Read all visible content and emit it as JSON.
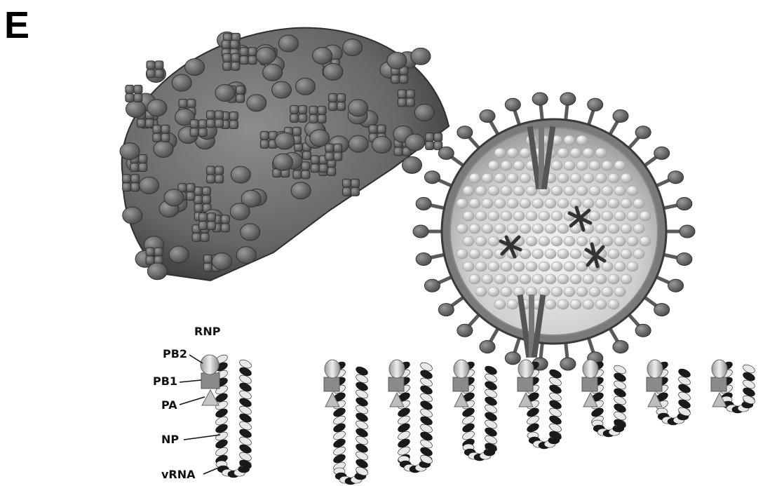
{
  "panel_letter": "E",
  "rnp": {
    "title": "RNP",
    "labels": {
      "pb2": "PB2",
      "pb1": "PB1",
      "pa": "PA",
      "np": "NP",
      "vrna": "vRNA"
    }
  },
  "colors": {
    "virion_shell": "#6e6e6e",
    "spike": "#5a5a5a",
    "interior": "#cfcfcf",
    "helix_dark": "#1a1a1a",
    "helix_light": "#e8e8e8",
    "pb2": "#c8c8c8",
    "pb1": "#8a8a8a",
    "pa": "#bdbdbd"
  },
  "rnp_segment_count": 8
}
